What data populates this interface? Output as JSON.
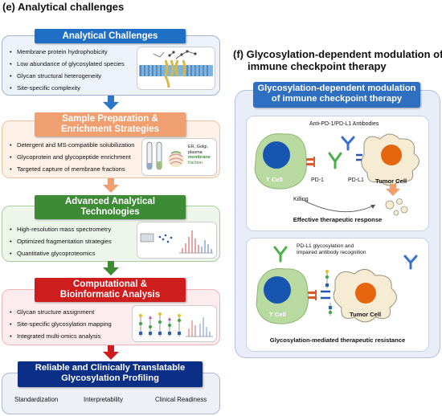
{
  "panel_e": {
    "title": "(e) Analytical challenges",
    "steps": [
      {
        "header": [
          "Analytical Challenges"
        ],
        "bullets": [
          "Membrane protein hydrophobicity",
          "Low abundance of glycosylated species",
          "Glycan structural heterogeneity",
          "Site-specific complexity"
        ],
        "header_color": "#1f6fc6",
        "panel_bg": "#eef3fb",
        "border": "#9db6da",
        "arrow_color": "#2e75c8"
      },
      {
        "header": [
          "Sample Preparation &",
          "Enrichment Strategies"
        ],
        "bullets": [
          "Detergent and MS-compatible solubilization",
          "Glycoprotein and glycopeptide enrichment",
          "Targeted capture of membrane fractions"
        ],
        "figure_labels": [
          "ER, Golgi,",
          "plasma",
          "membrane",
          "fraction"
        ],
        "header_color": "#f0a070",
        "panel_bg": "#fdf1e8",
        "border": "#f2c29e",
        "arrow_color": "#f0a070"
      },
      {
        "header": [
          "Advanced Analytical",
          "Technologies"
        ],
        "bullets": [
          "High-resolution mass spectrometry",
          "Optimized fragmentation strategies",
          "Quantitative glycoproteomics"
        ],
        "header_color": "#3d8c35",
        "panel_bg": "#eef6ec",
        "border": "#a9cfa0",
        "arrow_color": "#3d8c35"
      },
      {
        "header": [
          "Computational &",
          "Bioinformatic Analysis"
        ],
        "bullets": [
          "Glycan structure assignment",
          "Site-specific glycosylation mapping",
          "Integrated multi-omics analysis"
        ],
        "header_color": "#cf1d1d",
        "panel_bg": "#fcecee",
        "border": "#f0b3b8",
        "arrow_color": "#cf1d1d"
      }
    ],
    "final": {
      "header": [
        "Reliable and Clinically Translatable",
        "Glycosylation Profiling"
      ],
      "items": [
        "Standardization",
        "Interpretability",
        "Clinical Readiness"
      ],
      "header_color": "#0b2f87",
      "panel_bg": "#edf1f7",
      "border": "#aab9d3"
    }
  },
  "panel_f": {
    "title_line1": "(f) Glycosylation-dependent modulation of",
    "title_line2": "immune checkpoint therapy",
    "header": [
      "Glycosylation-dependent modulation",
      "of immune checkpoint therapy"
    ],
    "header_color": "#2f6fc2",
    "outer_bg": "#e9edf7",
    "scenario1": {
      "antibody_label": "Anti-PD-1/PD-L1 Antibodies",
      "t_cell": "T Cell",
      "pd1": "PD-1",
      "pdl1": "PD-L1",
      "tumor_cell": "Tumor Cell",
      "killing": "Killing",
      "caption": "Effective therapeutic response"
    },
    "scenario2": {
      "note_line1": "PD-L1 glycosylation and",
      "note_line2": "Impaired antibody recognition",
      "t_cell": "T Cell",
      "tumor_cell": "Tumor Cell",
      "caption": "Glycosylation-mediated therapeutic resistance"
    },
    "colors": {
      "t_cell_body": "#b8d9a0",
      "t_cell_nucleus": "#1656b0",
      "tumor_body": "#f6ecd4",
      "tumor_nucleus": "#e5660e",
      "pd1": "#e2582a",
      "pdl1": "#2455a8",
      "antibody_green": "#49b04a",
      "antibody_blue": "#3a6fd1"
    }
  }
}
